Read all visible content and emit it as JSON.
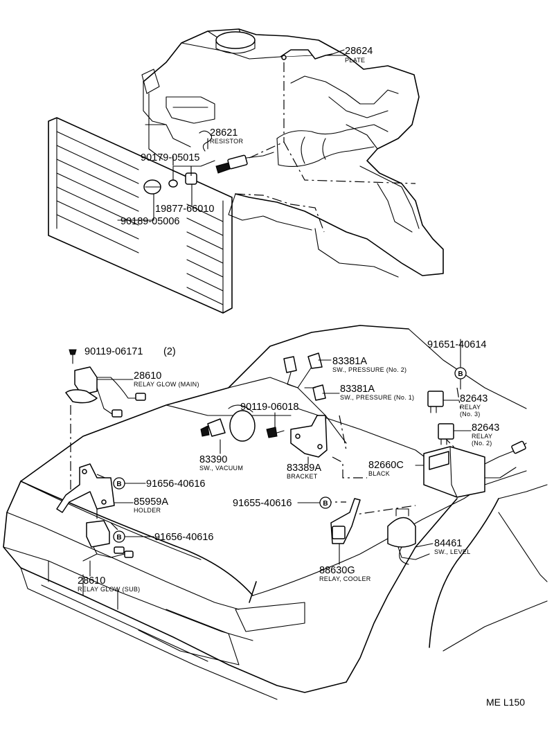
{
  "parts": {
    "p28624": {
      "number": "28624",
      "name": "PLATE"
    },
    "p28621": {
      "number": "28621",
      "name": "RESISTOR"
    },
    "p90179": {
      "number": "90179-05015"
    },
    "p19877": {
      "number": "19877-66010"
    },
    "p90189": {
      "number": "90189-05006"
    },
    "p90119a": {
      "number": "90119-06171",
      "qty": "(2)"
    },
    "p28610main": {
      "number": "28610",
      "name": "RELAY GLOW (MAIN)"
    },
    "p83381a1": {
      "number": "83381A",
      "name": "SW., PRESSURE (No. 2)"
    },
    "p83381a2": {
      "number": "83381A",
      "name": "SW., PRESSURE (No. 1)"
    },
    "p91651": {
      "number": "91651-40614"
    },
    "p82643a": {
      "number": "82643",
      "name1": "RELAY",
      "name2": "(No. 3)"
    },
    "p82643b": {
      "number": "82643",
      "name1": "RELAY",
      "name2": "(No. 2)"
    },
    "p90119b": {
      "number": "90119-06018"
    },
    "p83390": {
      "number": "83390",
      "name": "SW., VACUUM"
    },
    "p83389": {
      "number": "83389A",
      "name": "BRACKET"
    },
    "p82660": {
      "number": "82660C",
      "name": "BLACK"
    },
    "p91656a": {
      "number": "91656-40616"
    },
    "p85959": {
      "number": "85959A",
      "name": "HOLDER"
    },
    "p91655": {
      "number": "91655-40616"
    },
    "p91656b": {
      "number": "91656-40616"
    },
    "p84461": {
      "number": "84461",
      "name": "SW., LEVEL"
    },
    "p88630": {
      "number": "88630G",
      "name": "RELAY, COOLER"
    },
    "p28610sub": {
      "number": "28610",
      "name": "RELAY GLOW (SUB)"
    }
  },
  "bolt_marker": "B",
  "diagram_code": "ME L150"
}
